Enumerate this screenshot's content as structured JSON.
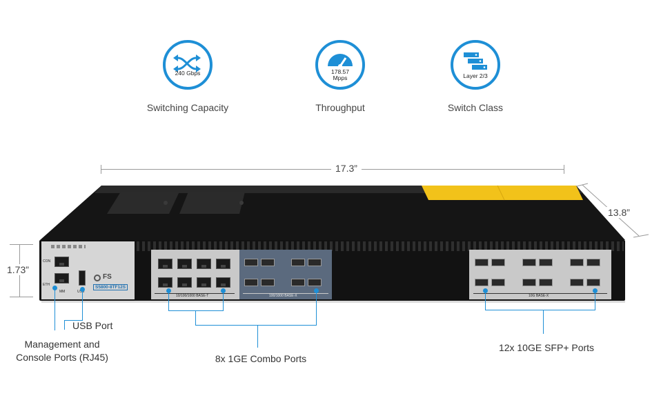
{
  "features": [
    {
      "value": "240 Gbps",
      "label": "Switching Capacity",
      "icon": "arrows-swap-icon"
    },
    {
      "value_line1": "178.57",
      "value_line2": "Mpps",
      "label": "Throughput",
      "icon": "speedometer-icon"
    },
    {
      "value": "Layer 2/3",
      "label": "Switch Class",
      "icon": "server-stack-icon"
    }
  ],
  "dimensions": {
    "width": "17.3”",
    "depth": "13.8”",
    "height": "1.73”"
  },
  "device": {
    "brand": "FS",
    "model": "S5800-8TF12S",
    "port_labels": {
      "console": "CON",
      "eth": "ETH",
      "mgmt": "MM",
      "usb": "USB",
      "base_t": "10/100/1000 BASE-T",
      "base_x": "100/1000 BASE-X",
      "ten_g": "10G BASE-X"
    }
  },
  "callouts": {
    "usb": "USB Port",
    "mgmt_line1": "Management and",
    "mgmt_line2": "Console Ports (RJ45)",
    "combo": "8x 1GE Combo Ports",
    "sfp": "12x 10GE SFP+ Ports"
  },
  "colors": {
    "accent": "#1e8fd6",
    "warning_label": "#f2c21a",
    "chassis": "#1a1a1a",
    "panel": "#c9c9c9"
  }
}
